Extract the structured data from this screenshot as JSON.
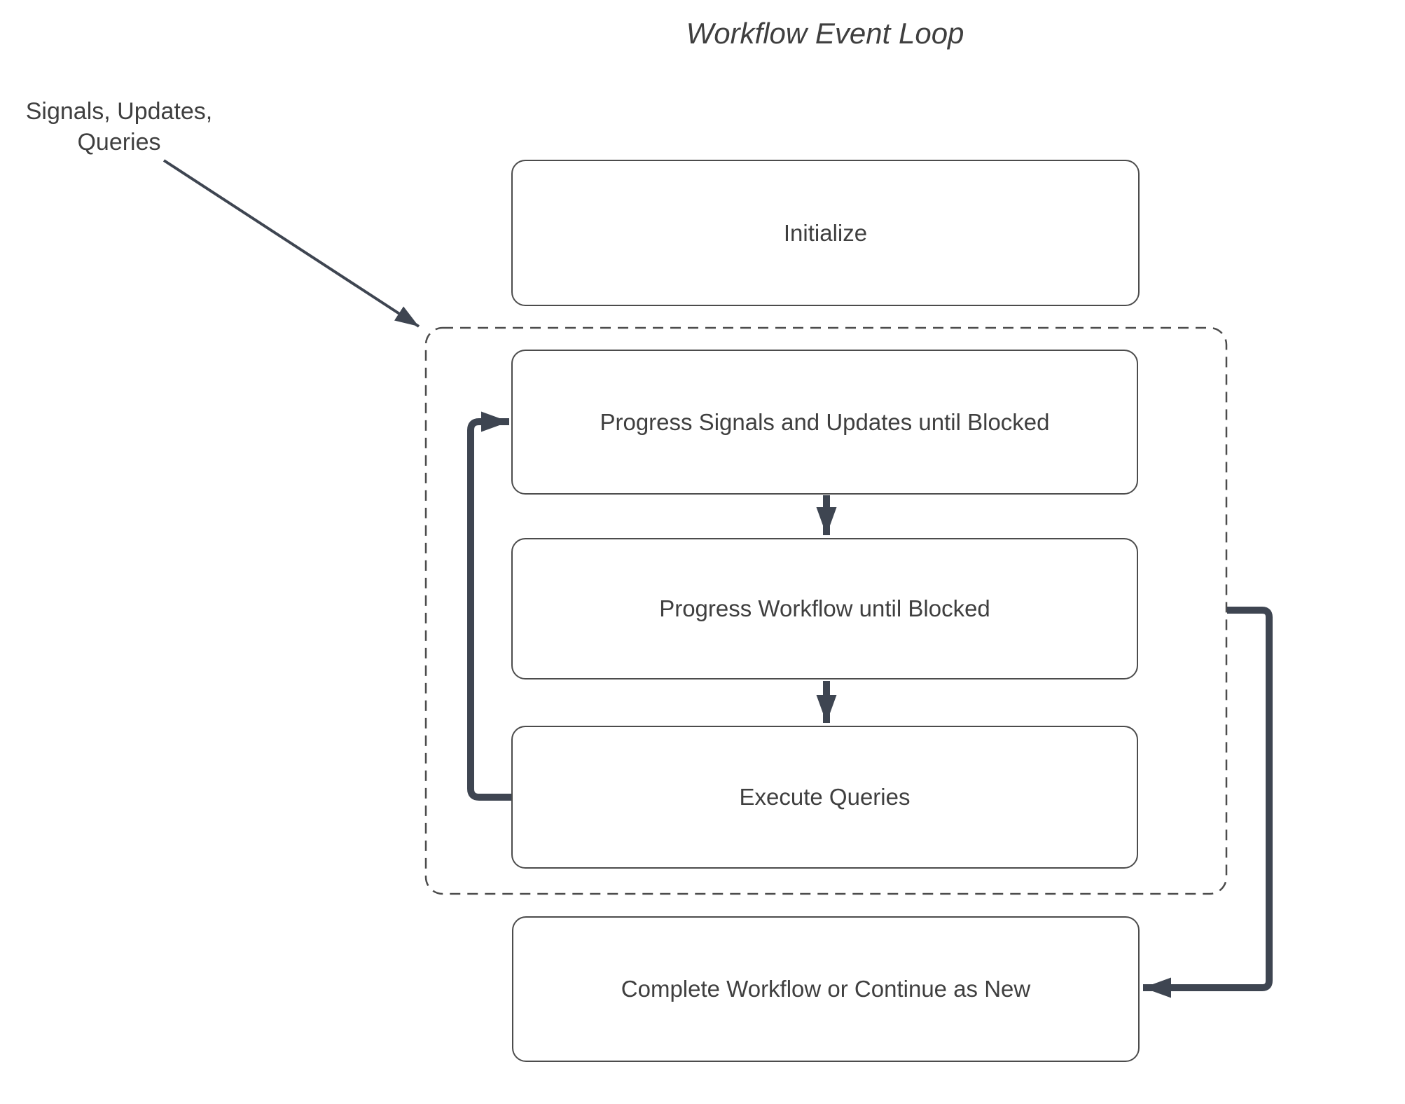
{
  "title": "Workflow Event Loop",
  "annotation": {
    "label": "Signals, Updates,\nQueries"
  },
  "boxes": {
    "initialize": {
      "label": "Initialize"
    },
    "progress_signals": {
      "label": "Progress Signals and Updates until Blocked"
    },
    "progress_workflow": {
      "label": "Progress Workflow until Blocked"
    },
    "execute_queries": {
      "label": "Execute Queries"
    },
    "complete": {
      "label": "Complete Workflow or Continue as New"
    }
  },
  "colors": {
    "arrow": "#3e4551",
    "border": "#4c4c4c",
    "text": "#3f3f3f",
    "background": "#ffffff"
  }
}
